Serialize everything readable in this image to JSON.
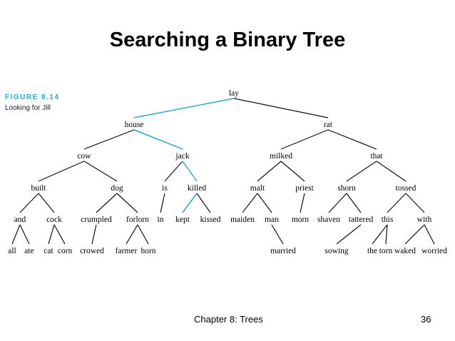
{
  "slide": {
    "title": "Searching a Binary Tree",
    "footer_left": "Chapter 8: Trees",
    "page_number": "36"
  },
  "figure": {
    "label": "FIGURE 8.14",
    "caption": "Looking for Jill"
  },
  "colors": {
    "highlight_path": "#2aa6d6",
    "edge": "#111111",
    "label_accent": "#2aa6d6"
  },
  "tree": {
    "nodes": [
      {
        "id": "lay",
        "label": "lay",
        "level": 0
      },
      {
        "id": "house",
        "label": "house",
        "level": 1
      },
      {
        "id": "rat",
        "label": "rat",
        "level": 1
      },
      {
        "id": "cow",
        "label": "cow",
        "level": 2
      },
      {
        "id": "jack",
        "label": "jack",
        "level": 2
      },
      {
        "id": "milked",
        "label": "milked",
        "level": 2
      },
      {
        "id": "that",
        "label": "that",
        "level": 2
      },
      {
        "id": "built",
        "label": "built",
        "level": 3
      },
      {
        "id": "dog",
        "label": "dog",
        "level": 3
      },
      {
        "id": "is",
        "label": "is",
        "level": 3
      },
      {
        "id": "killed",
        "label": "killed",
        "level": 3
      },
      {
        "id": "malt",
        "label": "malt",
        "level": 3
      },
      {
        "id": "priest",
        "label": "priest",
        "level": 3
      },
      {
        "id": "shorn",
        "label": "shorn",
        "level": 3
      },
      {
        "id": "tossed",
        "label": "tossed",
        "level": 3
      },
      {
        "id": "and",
        "label": "and",
        "level": 4
      },
      {
        "id": "cock",
        "label": "cock",
        "level": 4
      },
      {
        "id": "crumpled",
        "label": "crumpled",
        "level": 4
      },
      {
        "id": "forlorn",
        "label": "forlorn",
        "level": 4
      },
      {
        "id": "in",
        "label": "in",
        "level": 4
      },
      {
        "id": "kept",
        "label": "kept",
        "level": 4
      },
      {
        "id": "kissed",
        "label": "kissed",
        "level": 4
      },
      {
        "id": "maiden",
        "label": "maiden",
        "level": 4
      },
      {
        "id": "man",
        "label": "man",
        "level": 4
      },
      {
        "id": "morn",
        "label": "morn",
        "level": 4
      },
      {
        "id": "shaven",
        "label": "shaven",
        "level": 4
      },
      {
        "id": "tattered",
        "label": "tattered",
        "level": 4
      },
      {
        "id": "this",
        "label": "this",
        "level": 4
      },
      {
        "id": "with",
        "label": "with",
        "level": 4
      },
      {
        "id": "all",
        "label": "all",
        "level": 5
      },
      {
        "id": "ate",
        "label": "ate",
        "level": 5
      },
      {
        "id": "cat",
        "label": "cat",
        "level": 5
      },
      {
        "id": "corn",
        "label": "corn",
        "level": 5
      },
      {
        "id": "crowed",
        "label": "crowed",
        "level": 5
      },
      {
        "id": "farmer",
        "label": "farmer",
        "level": 5
      },
      {
        "id": "horn",
        "label": "horn",
        "level": 5
      },
      {
        "id": "married",
        "label": "married",
        "level": 5
      },
      {
        "id": "sowing",
        "label": "sowing",
        "level": 5
      },
      {
        "id": "the",
        "label": "the",
        "level": 5
      },
      {
        "id": "torn",
        "label": "torn",
        "level": 5
      },
      {
        "id": "waked",
        "label": "waked",
        "level": 5
      },
      {
        "id": "worried",
        "label": "worried",
        "level": 5
      }
    ],
    "edges": [
      {
        "from": "lay",
        "to": "house",
        "highlight": true
      },
      {
        "from": "lay",
        "to": "rat",
        "highlight": false
      },
      {
        "from": "house",
        "to": "cow",
        "highlight": false
      },
      {
        "from": "house",
        "to": "jack",
        "highlight": true
      },
      {
        "from": "rat",
        "to": "milked",
        "highlight": false
      },
      {
        "from": "rat",
        "to": "that",
        "highlight": false
      },
      {
        "from": "cow",
        "to": "built",
        "highlight": false
      },
      {
        "from": "cow",
        "to": "dog",
        "highlight": false
      },
      {
        "from": "jack",
        "to": "is",
        "highlight": false
      },
      {
        "from": "jack",
        "to": "killed",
        "highlight": true
      },
      {
        "from": "milked",
        "to": "malt",
        "highlight": false
      },
      {
        "from": "milked",
        "to": "priest",
        "highlight": false
      },
      {
        "from": "that",
        "to": "shorn",
        "highlight": false
      },
      {
        "from": "that",
        "to": "tossed",
        "highlight": false
      },
      {
        "from": "built",
        "to": "and",
        "highlight": false
      },
      {
        "from": "built",
        "to": "cock",
        "highlight": false
      },
      {
        "from": "dog",
        "to": "crumpled",
        "highlight": false
      },
      {
        "from": "dog",
        "to": "forlorn",
        "highlight": false
      },
      {
        "from": "is",
        "to": "in",
        "highlight": false
      },
      {
        "from": "killed",
        "to": "kept",
        "highlight": true
      },
      {
        "from": "killed",
        "to": "kissed",
        "highlight": false
      },
      {
        "from": "malt",
        "to": "maiden",
        "highlight": false
      },
      {
        "from": "malt",
        "to": "man",
        "highlight": false
      },
      {
        "from": "priest",
        "to": "morn",
        "highlight": false
      },
      {
        "from": "shorn",
        "to": "shaven",
        "highlight": false
      },
      {
        "from": "shorn",
        "to": "tattered",
        "highlight": false
      },
      {
        "from": "tossed",
        "to": "this",
        "highlight": false
      },
      {
        "from": "tossed",
        "to": "with",
        "highlight": false
      },
      {
        "from": "and",
        "to": "all",
        "highlight": false
      },
      {
        "from": "and",
        "to": "ate",
        "highlight": false
      },
      {
        "from": "cock",
        "to": "cat",
        "highlight": false
      },
      {
        "from": "cock",
        "to": "corn",
        "highlight": false
      },
      {
        "from": "crumpled",
        "to": "crowed",
        "highlight": false
      },
      {
        "from": "forlorn",
        "to": "farmer",
        "highlight": false
      },
      {
        "from": "forlorn",
        "to": "horn",
        "highlight": false
      },
      {
        "from": "man",
        "to": "married",
        "highlight": false
      },
      {
        "from": "tattered",
        "to": "sowing",
        "highlight": false
      },
      {
        "from": "this",
        "to": "the",
        "highlight": false
      },
      {
        "from": "this",
        "to": "torn",
        "highlight": false
      },
      {
        "from": "with",
        "to": "waked",
        "highlight": false
      },
      {
        "from": "with",
        "to": "worried",
        "highlight": false
      }
    ]
  }
}
